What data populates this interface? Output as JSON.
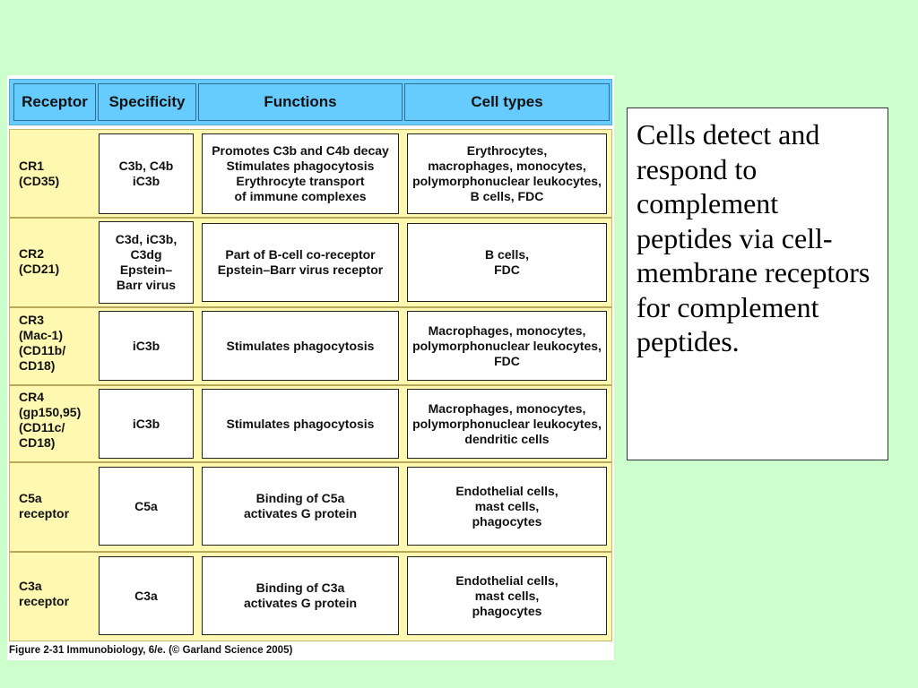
{
  "table": {
    "headers": [
      "Receptor",
      "Specificity",
      "Functions",
      "Cell types"
    ],
    "rows": [
      {
        "receptor": "CR1\n(CD35)",
        "specificity": "C3b, C4b\niC3b",
        "functions": "Promotes C3b and C4b decay\nStimulates phagocytosis\nErythrocyte transport\nof immune complexes",
        "cell_types": "Erythrocytes,\nmacrophages, monocytes,\npolymorphonuclear leukocytes,\nB  cells, FDC"
      },
      {
        "receptor": "CR2\n(CD21)",
        "specificity": "C3d, iC3b,\nC3dg\nEpstein–\nBarr virus",
        "functions": "Part of B-cell co-receptor\nEpstein–Barr virus receptor",
        "cell_types": "B  cells,\nFDC"
      },
      {
        "receptor": "CR3\n(Mac-1)\n(CD11b/\nCD18)",
        "specificity": "iC3b",
        "functions": "Stimulates  phagocytosis",
        "cell_types": "Macrophages, monocytes,\npolymorphonuclear leukocytes,\nFDC"
      },
      {
        "receptor": "CR4\n(gp150,95)\n(CD11c/\nCD18)",
        "specificity": "iC3b",
        "functions": "Stimulates  phagocytosis",
        "cell_types": "Macrophages, monocytes,\npolymorphonuclear leukocytes,\ndendritic cells"
      },
      {
        "receptor": "C5a\nreceptor",
        "specificity": "C5a",
        "functions": "Binding of C5a\nactivates G protein",
        "cell_types": "Endothelial cells,\nmast cells,\nphagocytes"
      },
      {
        "receptor": "C3a\nreceptor",
        "specificity": "C3a",
        "functions": "Binding of C3a\nactivates G protein",
        "cell_types": "Endothelial cells,\nmast cells,\nphagocytes"
      }
    ]
  },
  "caption": "Figure 2-31  Immunobiology, 6/e. (© Garland Science 2005)",
  "side_text": "Cells detect and respond to complement peptides via cell-membrane receptors for complement peptides.",
  "colors": {
    "background": "#ccffcc",
    "header": "#66ccff",
    "receptor_column": "#fff8b0"
  }
}
